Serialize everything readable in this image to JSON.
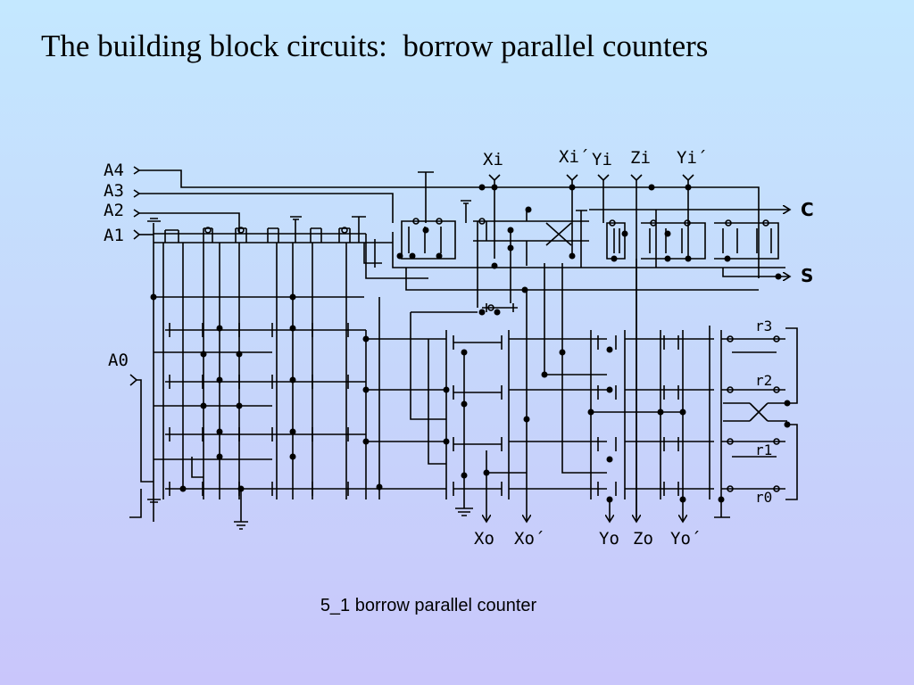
{
  "slide": {
    "title": "The building block circuits:  borrow parallel counters",
    "caption": "5_1 borrow parallel counter"
  },
  "circuit": {
    "inputs": [
      "A4",
      "A3",
      "A2",
      "A1",
      "A0"
    ],
    "top_inputs": [
      "Xi",
      "Xi´",
      "Yi",
      "Zi",
      "Yi´"
    ],
    "outputs_right": [
      "C",
      "S"
    ],
    "outputs_bottom": [
      "Xo",
      "Xo´",
      "Yo",
      "Zo",
      "Yo´"
    ],
    "register_labels": [
      "r3",
      "r2",
      "r1",
      "r0"
    ]
  }
}
